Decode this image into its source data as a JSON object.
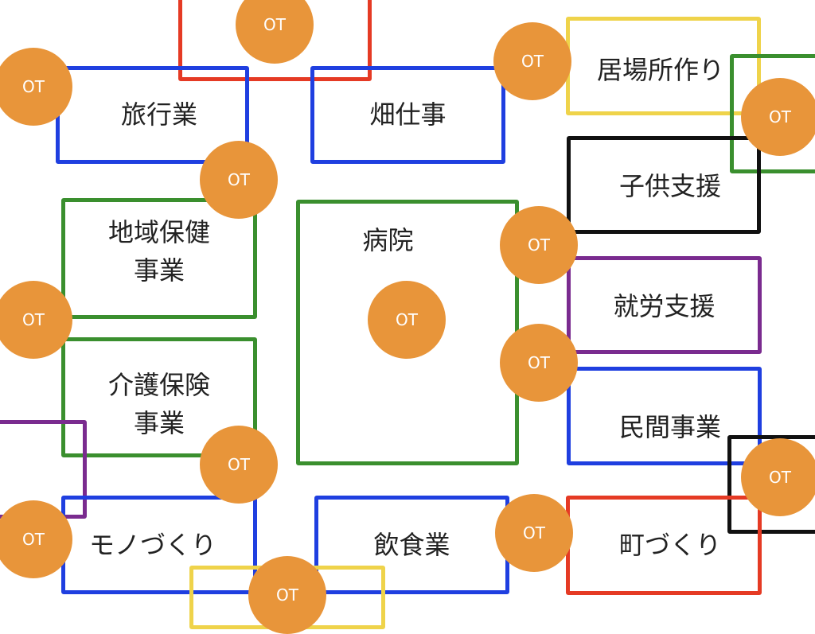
{
  "colors": {
    "blue": "#1f3fe0",
    "green": "#3a8f2e",
    "red": "#e53a24",
    "yellow": "#efd34a",
    "black": "#111111",
    "purple": "#7a2b8f",
    "ot_fill": "#e8953a"
  },
  "boxes": {
    "travel": "旅行業",
    "field_work": "畑仕事",
    "place_making": "居場所作り",
    "child_support": "子供支援",
    "regional_health": "地域保健\n事業",
    "hospital": "病院",
    "employment_support": "就労支援",
    "care_insurance": "介護保険\n事業",
    "private_business": "民間事業",
    "manufacturing": "モノづくり",
    "food_service": "飲食業",
    "town_making": "町づくり"
  },
  "ot_label": "OT"
}
